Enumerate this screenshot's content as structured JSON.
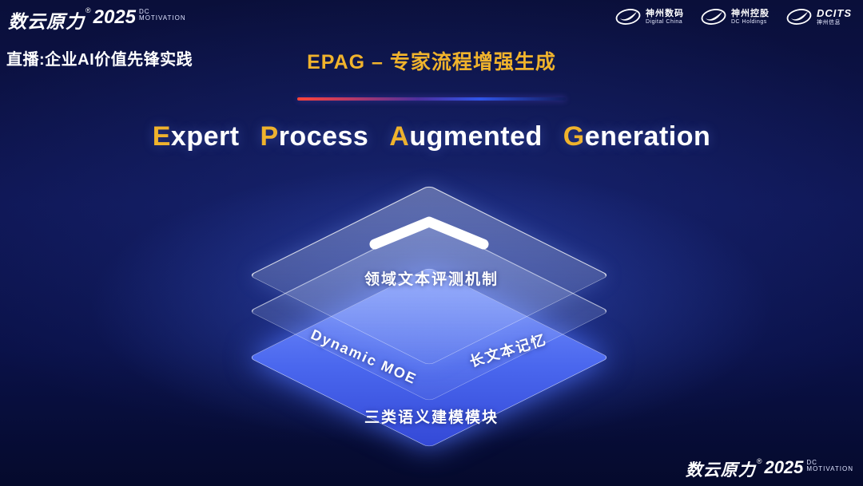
{
  "colors": {
    "accent_gold": "#f0b32c",
    "layer_blue": "#4a67ee",
    "divider_red": "#ff4438",
    "divider_blue": "#2f55e8",
    "background": "#0a0f3a"
  },
  "header": {
    "brand": {
      "cn": "数云原力",
      "reg": "®",
      "year": "2025",
      "sub_top": "DC",
      "sub_bottom": "MOTIVATION"
    },
    "live_label": "直播:企业AI价值先锋实践",
    "slide_title": "EPAG – 专家流程增强生成",
    "partners": [
      {
        "name": "神州数码",
        "sub": "Digital China"
      },
      {
        "name": "神州控股",
        "sub": "DC Holdings"
      },
      {
        "name": "DCITS",
        "sub": "神州信息"
      }
    ]
  },
  "main": {
    "title_words": [
      {
        "first": "E",
        "rest": "xpert"
      },
      {
        "first": "P",
        "rest": "rocess"
      },
      {
        "first": "A",
        "rest": "ugmented"
      },
      {
        "first": "G",
        "rest": "eneration"
      }
    ]
  },
  "diagram": {
    "top_layer_label": "领域文本评测机制",
    "middle_left_label": "Dynamic MOE",
    "middle_right_label": "长文本记忆",
    "bottom_layer_label": "三类语义建模模块"
  },
  "footer": {
    "brand": {
      "cn": "数云原力",
      "reg": "®",
      "year": "2025",
      "sub_top": "DC",
      "sub_bottom": "MOTIVATION"
    }
  }
}
